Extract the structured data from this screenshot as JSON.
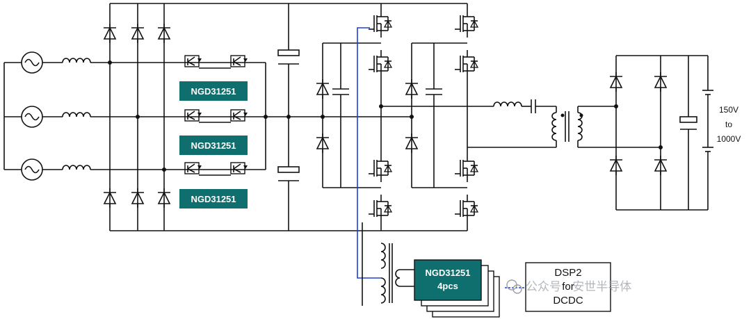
{
  "colors": {
    "driver_box": "#0f6e6e",
    "wire": "#111111",
    "signal_wire": "#1f3fd6",
    "watermark": "#9aa0a6"
  },
  "drivers": [
    {
      "label": "NGD31251"
    },
    {
      "label": "NGD31251"
    },
    {
      "label": "NGD31251"
    }
  ],
  "isolated_driver": {
    "label": "NGD31251",
    "count": "4pcs"
  },
  "controller": {
    "line1": "DSP2",
    "line2": "for",
    "line3": "DCDC"
  },
  "output_voltage": {
    "line1": "150V",
    "line2": "to",
    "line3": "1000V"
  },
  "watermark": {
    "text": "公众号 · 安世半导体",
    "icon": "wechat-icon"
  }
}
